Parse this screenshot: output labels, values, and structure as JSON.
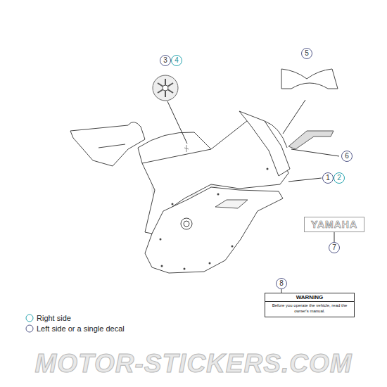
{
  "diagram": {
    "nodes": [
      {
        "text": [
          "3"
        ]
      },
      {
        "text": [
          "4"
        ]
      },
      {
        "text": [
          "5"
        ]
      },
      {
        "text": [
          "6"
        ]
      },
      {
        "text": [
          "1"
        ]
      },
      {
        "text": [
          "2"
        ]
      },
      {
        "text": [
          "YAMAHA"
        ]
      },
      {
        "text": [
          "7"
        ]
      },
      {
        "text": [
          "8"
        ]
      },
      {
        "text": [
          "WARNING",
          "Before you operate the vehicle, read the owner's manual."
        ]
      }
    ],
    "edges": [
      {
        "from": 7,
        "to": 6,
        "arrow": "none"
      },
      {
        "from": 8,
        "to": 9,
        "arrow": "none"
      }
    ],
    "labels": [
      "MOTOR-STICKERS.COM"
    ],
    "legend": [
      {
        "text": "Right side"
      },
      {
        "text": "Left side or a single decal"
      }
    ]
  }
}
